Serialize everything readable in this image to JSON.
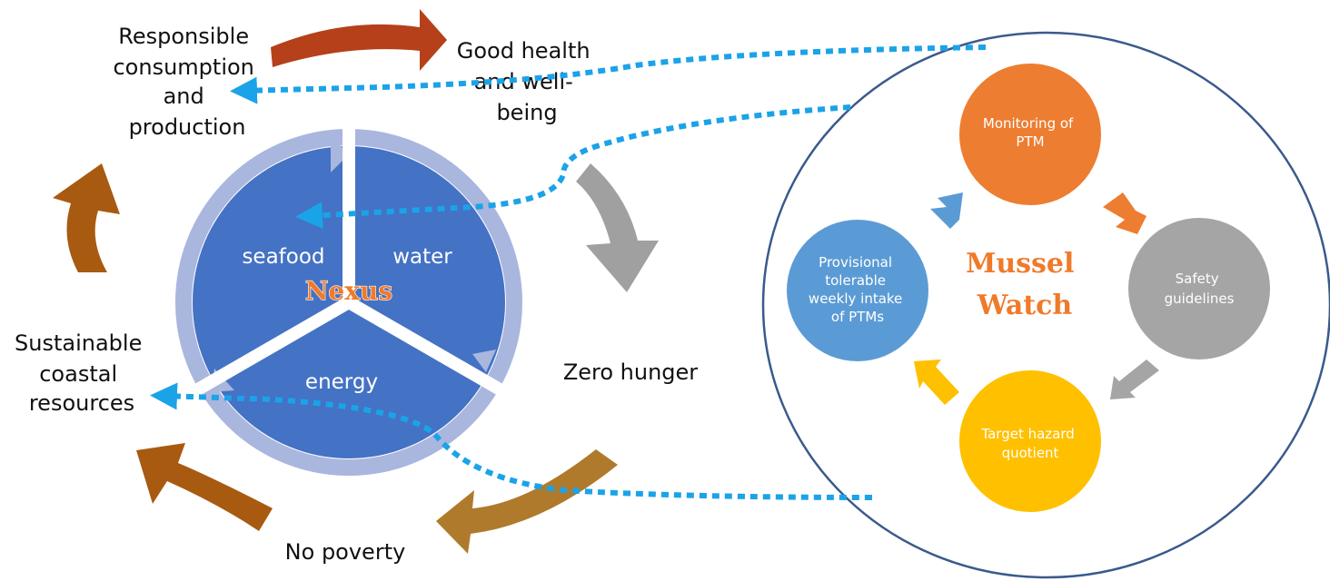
{
  "sdg_labels": {
    "responsible": [
      "Responsible",
      "consumption",
      "and",
      "production"
    ],
    "good_health": [
      "Good health",
      "and well-",
      "being"
    ],
    "zero_hunger": [
      "Zero hunger"
    ],
    "no_poverty": [
      "No poverty"
    ],
    "sustainable": [
      "Sustainable",
      "coastal",
      "resources"
    ]
  },
  "nexus": {
    "title": "Nexus",
    "segments": [
      "seafood",
      "water",
      "energy"
    ]
  },
  "mussel_watch": {
    "title_lines": [
      "Mussel",
      "Watch"
    ],
    "nodes": {
      "monitoring": [
        "Monitoring of",
        "PTM"
      ],
      "safety": [
        "Safety",
        "guidelines"
      ],
      "target": [
        "Target hazard",
        "quotient"
      ],
      "provisional": [
        "Provisional",
        "tolerable",
        "weekly intake",
        "of PTMs"
      ]
    }
  },
  "colors": {
    "nexus_fill": "#4472c4",
    "nexus_ring": "#a9b6de",
    "link_dotted": "#1ba3e8",
    "arrow_red": "#b5401a",
    "arrow_gray": "#a0a0a0",
    "arrow_brown": "#b07a2c",
    "arrow_dark_orange": "#a85a10",
    "node_orange": "#ed7d31",
    "node_gray": "#a5a5a5",
    "node_gold": "#ffc000",
    "node_blue": "#5b9bd5",
    "mw_border": "#3a5a8c"
  }
}
